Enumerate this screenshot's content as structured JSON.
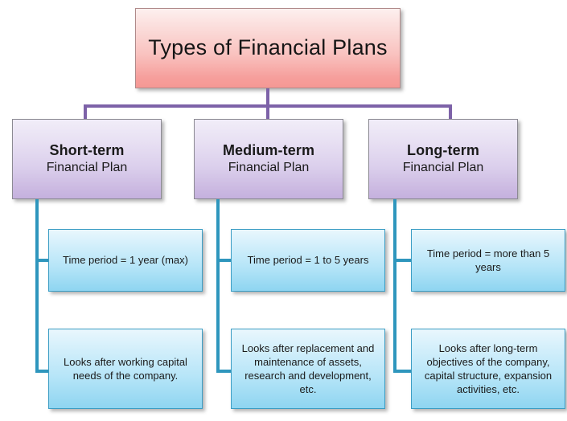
{
  "diagram": {
    "type": "hierarchy-tree",
    "root": {
      "label": "Types of Financial Plans",
      "fill_top": "#fdf0ef",
      "fill_bottom": "#f59894",
      "border": "#b08a8a"
    },
    "connector_colors": {
      "level1_to_level2": "#7d62a8",
      "level2_to_level3": "#2e96bd"
    },
    "branches": [
      {
        "title_strong": "Short-term",
        "title_sub": "Financial Plan",
        "details": [
          "Time period = 1 year (max)",
          "Looks after working capital needs of the company."
        ]
      },
      {
        "title_strong": "Medium-term",
        "title_sub": "Financial Plan",
        "details": [
          "Time period = 1 to 5 years",
          "Looks after replacement and maintenance of assets, research and development, etc."
        ]
      },
      {
        "title_strong": "Long-term",
        "title_sub": "Financial Plan",
        "details": [
          "Time period = more than 5 years",
          "Looks after long-term objectives of the company, capital structure, expansion activities, etc."
        ]
      }
    ],
    "node_styles": {
      "purple_fill_top": "#f1edf8",
      "purple_fill_bottom": "#c5b1de",
      "purple_border": "#8c8a93",
      "blue_fill_top": "#e9f7fd",
      "blue_fill_bottom": "#8fd5f1",
      "blue_border": "#3b9dc4"
    }
  }
}
